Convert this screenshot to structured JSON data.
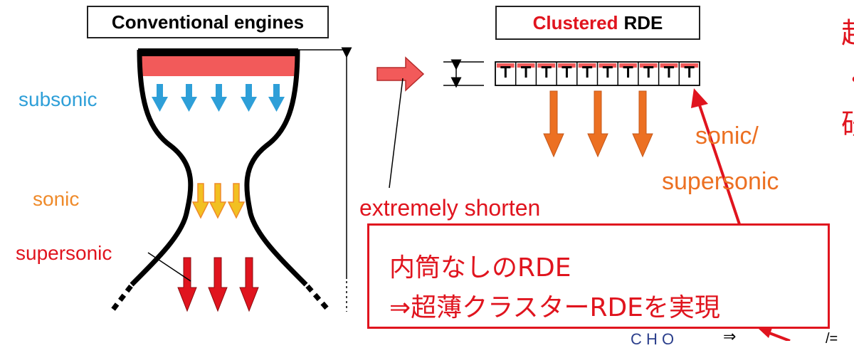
{
  "left_panel": {
    "title": "Conventional engines",
    "labels": {
      "subsonic": "subsonic",
      "sonic": "sonic",
      "supersonic": "supersonic"
    }
  },
  "right_panel": {
    "title_red": "Clustered",
    "title_black": "RDE",
    "labels": {
      "sonic_supersonic_line1": "sonic/",
      "sonic_supersonic_line2": "supersonic",
      "extremely_shorten": "extremely shorten"
    }
  },
  "callout": {
    "line1": "内筒なしのRDE",
    "line2": "⇒超薄クラスターRDEを実現"
  },
  "cut_off_text": {
    "top_right_1": "超",
    "top_right_2": "・",
    "top_right_3": "研",
    "bottom_1": "C H   O",
    "bottom_2": "⇒",
    "bottom_3": "/="
  },
  "colors": {
    "subsonic_blue": "#2e9fd8",
    "sonic_orange": "#ef8a2a",
    "sonic_yellow": "#f2c021",
    "supersonic_red": "#e0141e",
    "orange_arrow": "#ec7022",
    "plate_red": "#f25a5a",
    "callout_red": "#e0141e"
  }
}
